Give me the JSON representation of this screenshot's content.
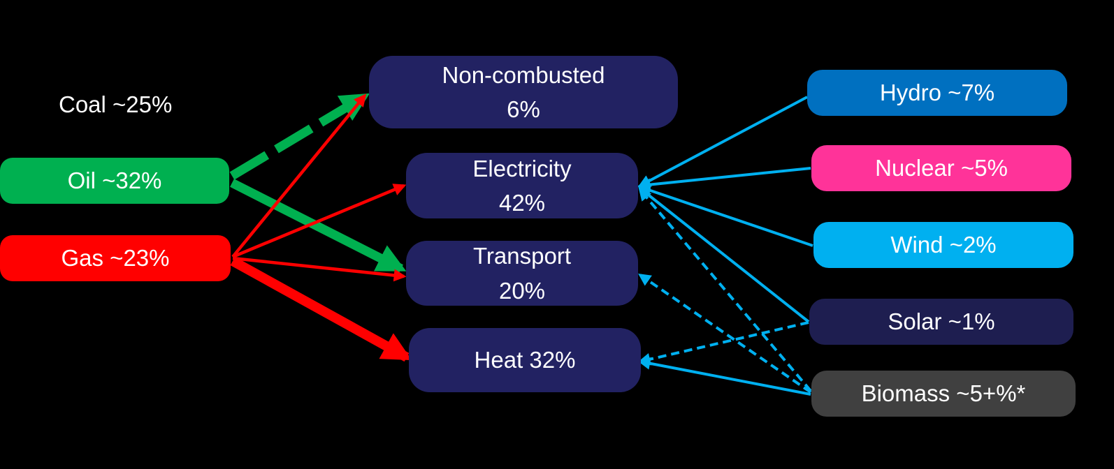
{
  "colors": {
    "background": "#000000",
    "oil": "#00b050",
    "gas": "#ff0000",
    "renewable_arrow": "#00b0f0",
    "sector_box": "#222262",
    "hydro": "#0070c0",
    "nuclear": "#ff3399",
    "wind": "#00b0f0",
    "solar": "#1e1e50",
    "biomass": "#404040",
    "text": "#ffffff"
  },
  "sources": {
    "coal": {
      "label": "Coal ~25%"
    },
    "oil": {
      "label": "Oil ~32%"
    },
    "gas": {
      "label": "Gas ~23%"
    }
  },
  "sectors": {
    "non_combusted": {
      "line1": "Non-combusted",
      "line2": "6%"
    },
    "electricity": {
      "line1": "Electricity",
      "line2": "42%"
    },
    "transport": {
      "line1": "Transport",
      "line2": "20%"
    },
    "heat": {
      "line1": "Heat 32%"
    }
  },
  "renewables": {
    "hydro": {
      "label": "Hydro ~7%"
    },
    "nuclear": {
      "label": "Nuclear ~5%"
    },
    "wind": {
      "label": "Wind ~2%"
    },
    "solar": {
      "label": "Solar ~1%"
    },
    "biomass": {
      "label": "Biomass ~5+%*"
    }
  }
}
